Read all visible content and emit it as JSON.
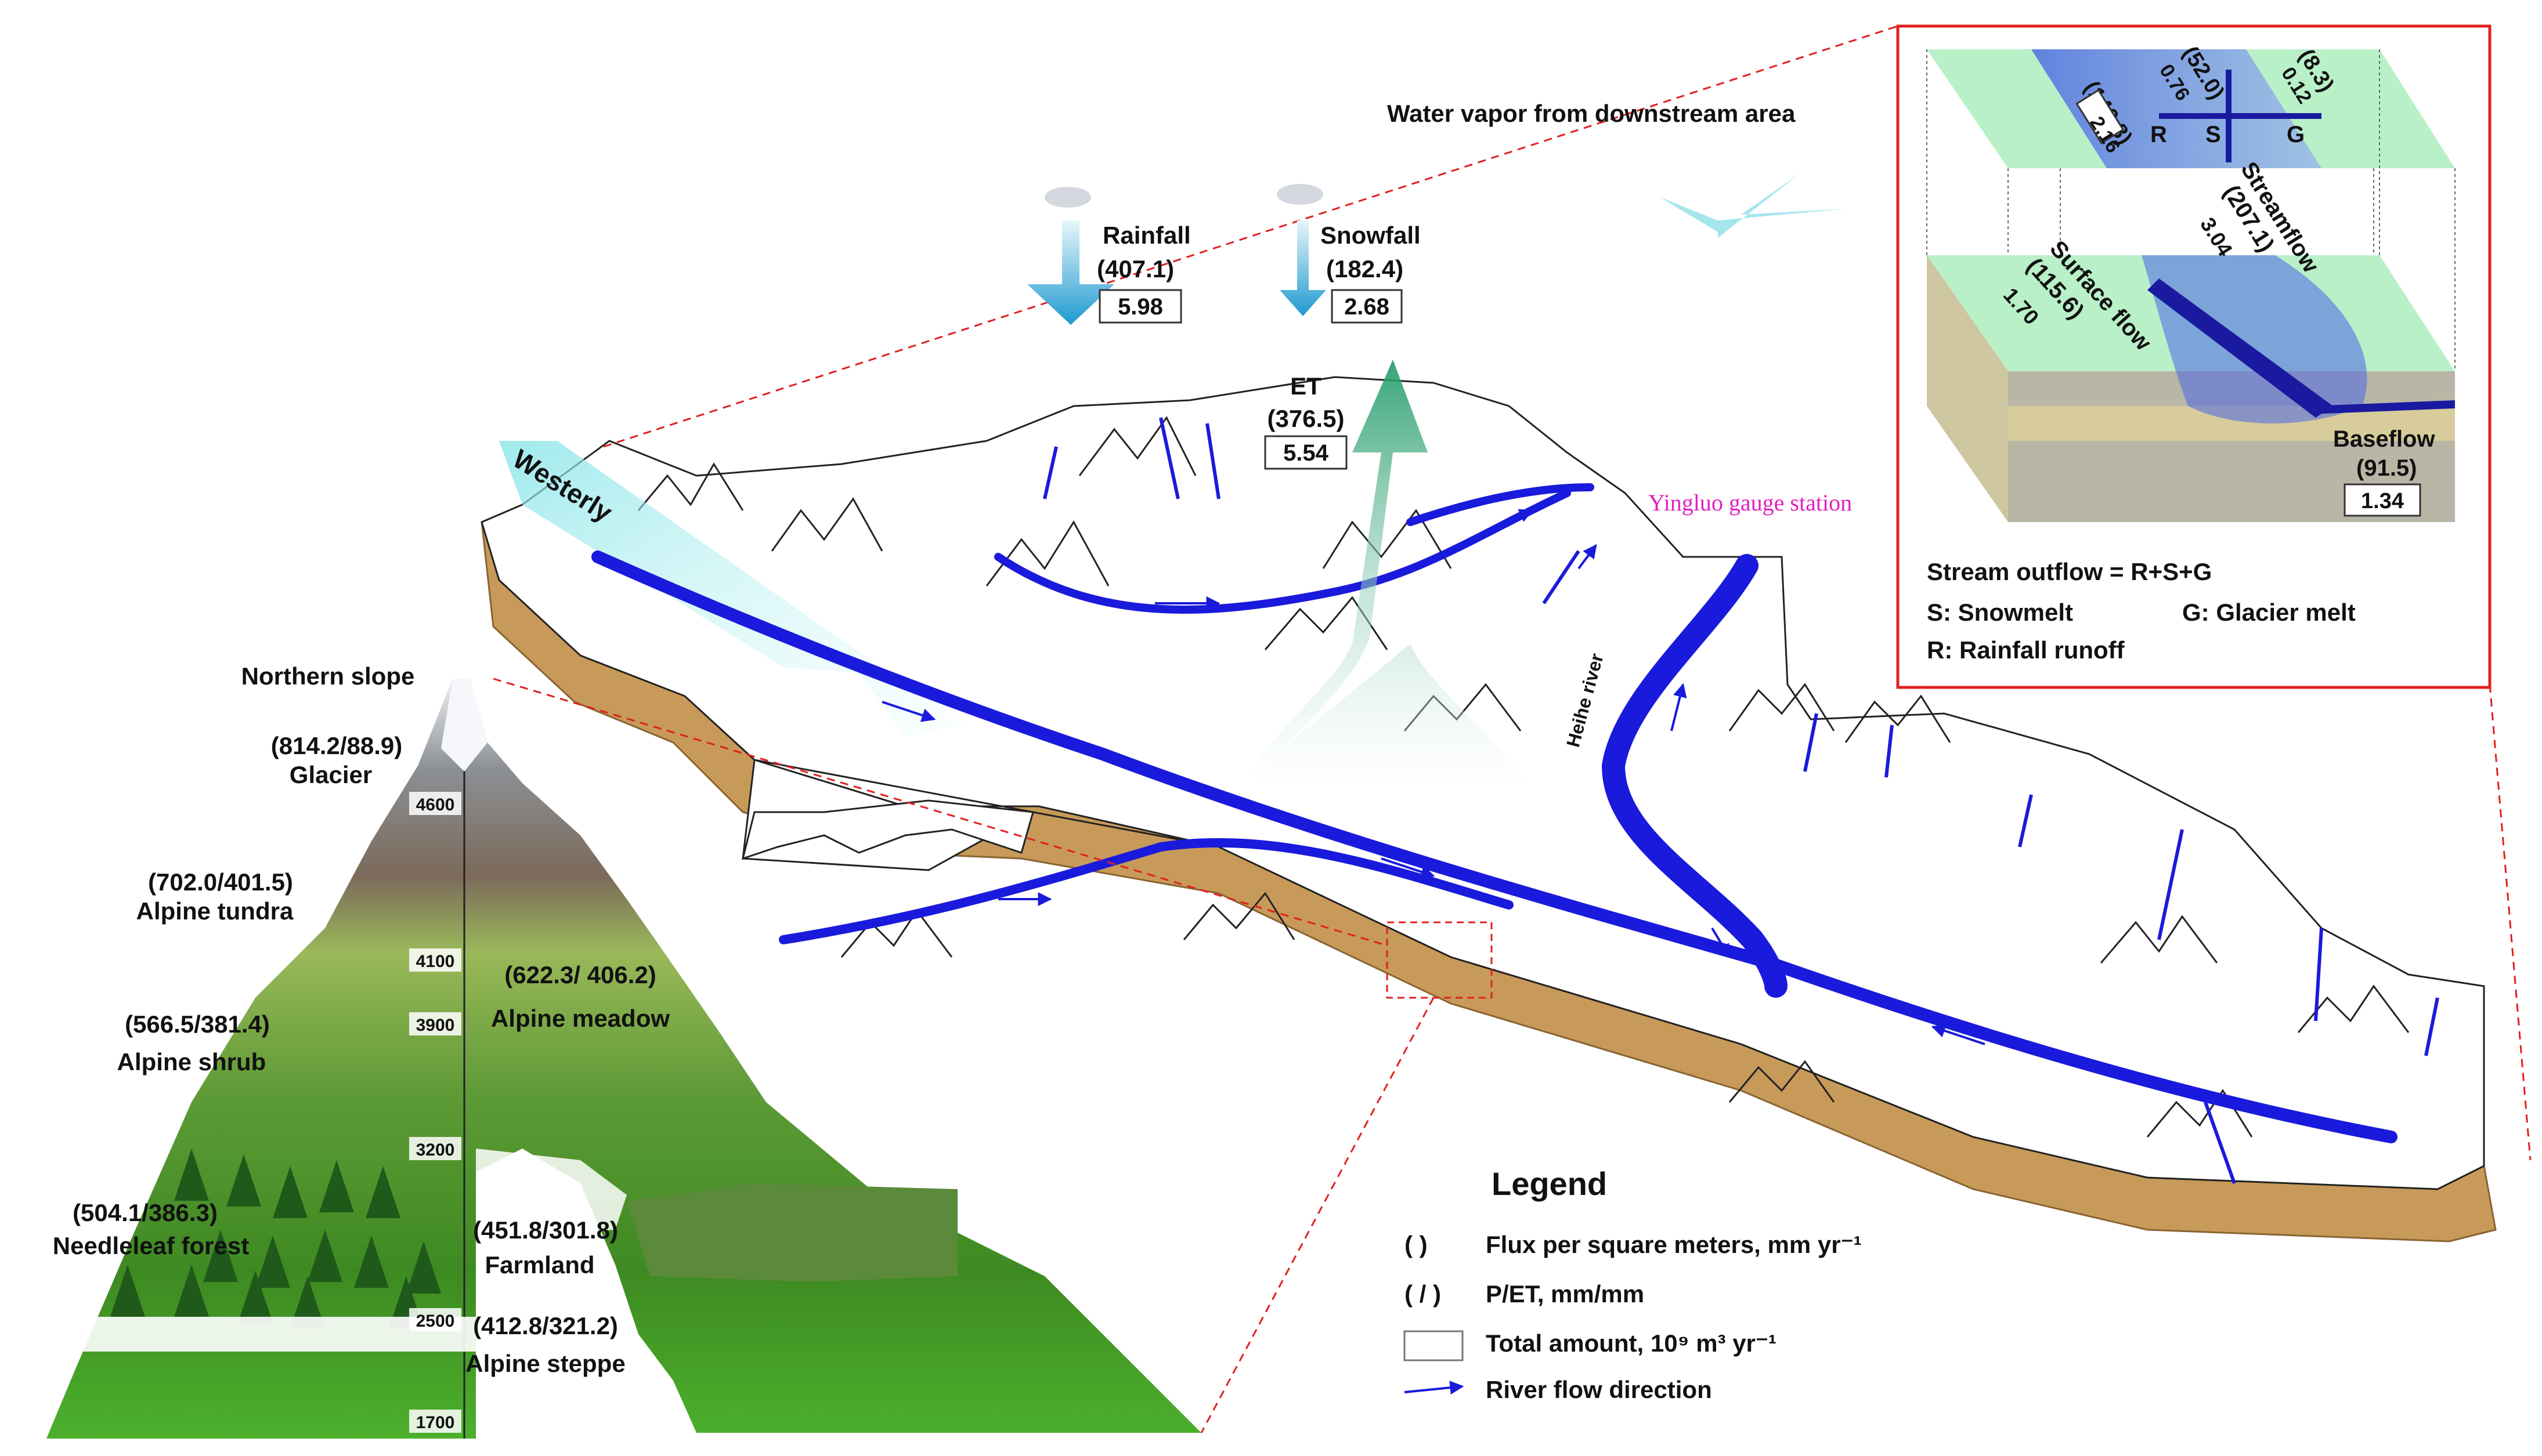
{
  "top": {
    "water_vapor": "Water vapor from downstream area",
    "westerly": "Westerly",
    "station": "Yingluo gauge station",
    "river_name": "Heihe river"
  },
  "fluxes": {
    "rainfall": {
      "name": "Rainfall",
      "flux": "(407.1)",
      "total": "5.98"
    },
    "snowfall": {
      "name": "Snowfall",
      "flux": "(182.4)",
      "total": "2.68"
    },
    "et": {
      "name": "ET",
      "flux": "(376.5)",
      "total": "5.54"
    }
  },
  "mountain": {
    "title": "Northern slope",
    "zones": [
      {
        "ratio": "(814.2/88.9)",
        "name": "Glacier"
      },
      {
        "ratio": "(702.0/401.5)",
        "name": "Alpine tundra"
      },
      {
        "ratio": "(622.3/ 406.2)",
        "name": "Alpine meadow"
      },
      {
        "ratio": "(566.5/381.4)",
        "name": "Alpine shrub"
      },
      {
        "ratio": "(504.1/386.3)",
        "name": "Needleleaf forest"
      },
      {
        "ratio": "(451.8/301.8)",
        "name": "Farmland"
      },
      {
        "ratio": "(412.8/321.2)",
        "name": "Alpine steppe"
      }
    ],
    "elevations": [
      "4600",
      "4100",
      "3900",
      "3200",
      "2500",
      "1700"
    ]
  },
  "inset": {
    "top_fluxes": [
      {
        "flux": "(146.8)",
        "total": "2.16",
        "key": "R"
      },
      {
        "flux": "(52.0)",
        "total": "0.76",
        "key": "S"
      },
      {
        "flux": "(8.3)",
        "total": "0.12",
        "key": "G"
      }
    ],
    "streamflow": {
      "name": "Streamflow",
      "flux": "(207.1)",
      "total": "3.04"
    },
    "surface_flow": {
      "name": "Surface flow",
      "flux": "(115.6)",
      "total": "1.70"
    },
    "baseflow": {
      "name": "Baseflow",
      "flux": "(91.5)",
      "total": "1.34"
    },
    "equation": "Stream outflow = R+S+G",
    "defs": [
      "S: Snowmelt",
      "G: Glacier melt",
      "R: Rainfall runoff"
    ]
  },
  "legend": {
    "title": "Legend",
    "items": [
      {
        "symbol": "(   )",
        "text": "Flux per square meters, mm yr⁻¹"
      },
      {
        "symbol": "( / )",
        "text": "P/ET, mm/mm"
      },
      {
        "symbol": "",
        "text": "Total amount, 10⁹ m³ yr⁻¹"
      },
      {
        "symbol": "",
        "text": "River flow direction"
      }
    ]
  },
  "colors": {
    "river": "#1a1adc",
    "rain_arrow": "#2aa0d0",
    "et_arrow": "#2e9e70",
    "inset_border": "#e02020",
    "dash_line": "#e02020",
    "terrain_edge": "#c79a5a",
    "grass": "#5aa832",
    "station_text": "#e020c0"
  }
}
